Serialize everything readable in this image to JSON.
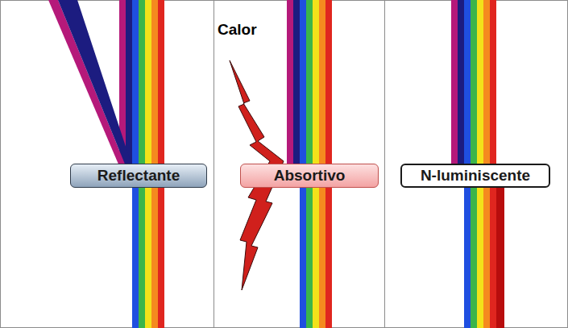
{
  "diagram": {
    "nodes": [
      {
        "text": [
          "Reflectante"
        ]
      },
      {
        "text": [
          "Absortivo"
        ]
      },
      {
        "text": [
          "N-luminiscente"
        ]
      }
    ],
    "labels": [
      "Calor"
    ]
  }
}
